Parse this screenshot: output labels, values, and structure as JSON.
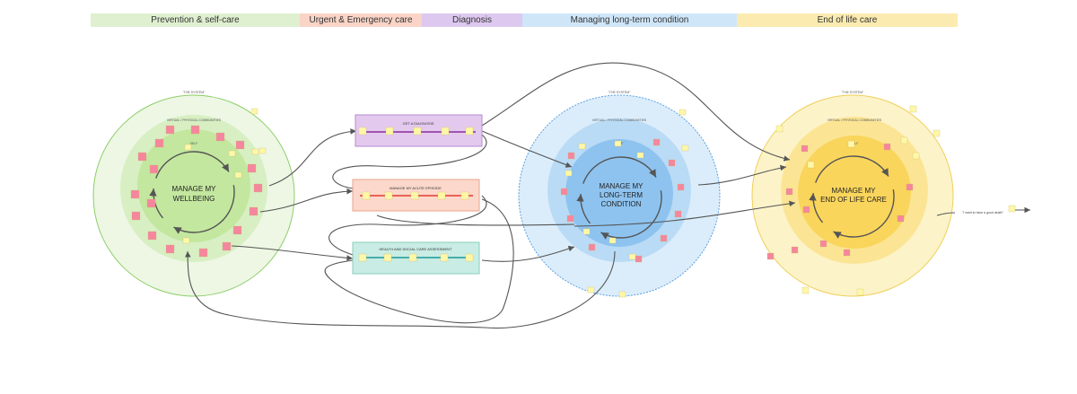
{
  "phases": [
    {
      "label": "Prevention & self-care",
      "color": "#dff0d0"
    },
    {
      "label": "Urgent & Emergency care",
      "color": "#f9d4c7"
    },
    {
      "label": "Diagnosis",
      "color": "#ddc8ef"
    },
    {
      "label": "Managing long-term condition",
      "color": "#cfe6f9"
    },
    {
      "label": "End of life care",
      "color": "#fbebb0"
    }
  ],
  "circles": [
    {
      "key": "wellbeing",
      "title_line1": "MANAGE MY",
      "title_line2": "WELLBEING",
      "outer_label": "\"THE SYSTEM\"",
      "middle_label": "VIRTUAL / PHYSICAL COMMUNITIES",
      "inner_label": "SELF",
      "outer_fill": "#edf7e4",
      "middle_fill": "#d7efc3",
      "inner_fill": "#c3e79f",
      "stroke": "#8fce6a"
    },
    {
      "key": "longterm",
      "title_line1": "MANAGE MY",
      "title_line2": "LONG-TERM",
      "title_line3": "CONDITION",
      "outer_label": "\"THE SYSTEM\"",
      "middle_label": "VIRTUAL / PHYSICAL COMMUNITIES",
      "inner_label": "SELF",
      "outer_fill": "#dbedfb",
      "middle_fill": "#b9dbf6",
      "inner_fill": "#8ec3ef",
      "stroke": "#5a9fe0"
    },
    {
      "key": "endoflife",
      "title_line1": "MANAGE MY",
      "title_line2": "END OF LIFE CARE",
      "outer_label": "\"THE SYSTEM\"",
      "middle_label": "VIRTUAL / PHYSICAL COMMUNITIES",
      "inner_label": "SELF",
      "outer_fill": "#fdf3c9",
      "middle_fill": "#fbe595",
      "inner_fill": "#fad55c",
      "stroke": "#eed05a"
    }
  ],
  "journeys": [
    {
      "key": "diagnosis",
      "label": "GET A DIAGNOSIS",
      "fill": "#e4c9ee",
      "stroke": "#b98ad1",
      "line": "#8a2d9c"
    },
    {
      "key": "acute",
      "label": "MANAGE MY ACUTE EPISODE",
      "fill": "#fbd8cb",
      "stroke": "#e9a48f",
      "line": "#e53b2c"
    },
    {
      "key": "assessment",
      "label": "HEALTH AND SOCIAL CARE ASSESSMENT",
      "fill": "#c9ece4",
      "stroke": "#88cdbd",
      "line": "#1a9a98"
    }
  ],
  "end_note": "\"I want to have a good death\"",
  "colors": {
    "sticky_yellow": "#fff7a8",
    "sticky_pink": "#f6869e",
    "connector": "#555555"
  }
}
